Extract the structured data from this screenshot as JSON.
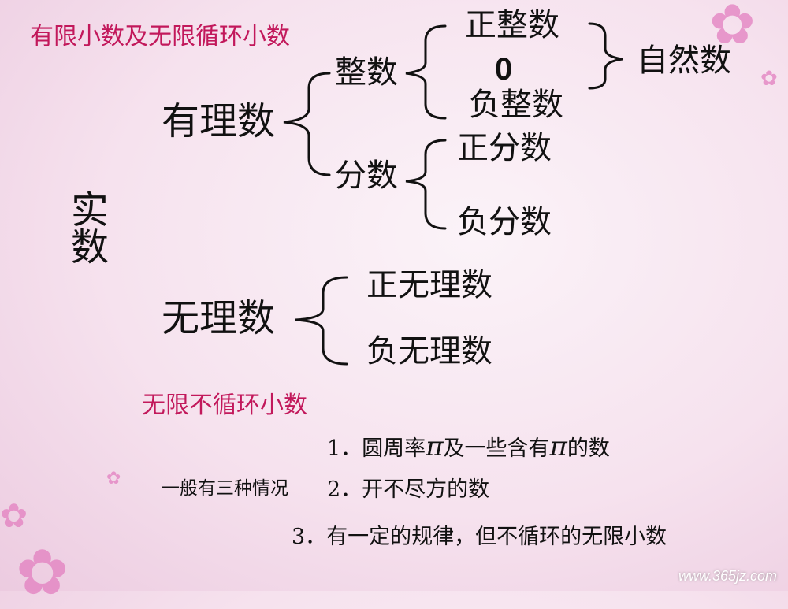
{
  "heading1": "有限小数及无限循环小数",
  "real": {
    "line1": "实",
    "line2": "数"
  },
  "rational": {
    "label": "有理数",
    "integers": {
      "label": "整数",
      "positive": "正整数",
      "zero": "0",
      "negative": "负整数",
      "natural": "自然数"
    },
    "fractions": {
      "label": "分数",
      "positive": "正分数",
      "negative": "负分数"
    }
  },
  "irrational": {
    "label": "无理数",
    "positive": "正无理数",
    "negative": "负无理数"
  },
  "heading2": "无限不循环小数",
  "cases": {
    "intro": "一般有三种情况",
    "item1_num": "1．",
    "item1_text_a": "圆周率",
    "item1_pi": "π",
    "item1_text_b": "及一些含有",
    "item1_text_c": "的数",
    "item2": "2．开不尽方的数",
    "item3": "3．有一定的规律，但不循环的无限小数"
  },
  "watermark": "www.365jz.com",
  "colors": {
    "heading": "#c2185b",
    "text": "#111111",
    "flower": "#e37fc0"
  }
}
